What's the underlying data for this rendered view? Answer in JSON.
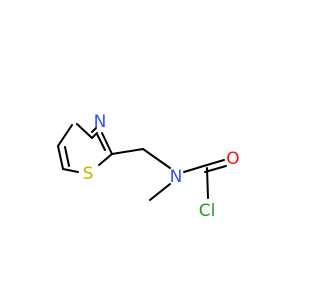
{
  "atoms": {
    "nitrogen_ring": {
      "label": "N",
      "color": "#3050F8"
    },
    "sulfur": {
      "label": "S",
      "color": "#C8B400"
    },
    "nitrogen_amine": {
      "label": "N",
      "color": "#3050F8"
    },
    "oxygen": {
      "label": "O",
      "color": "#FF0D0D"
    },
    "chlorine": {
      "label": "Cl",
      "color": "#1FA01F"
    }
  }
}
